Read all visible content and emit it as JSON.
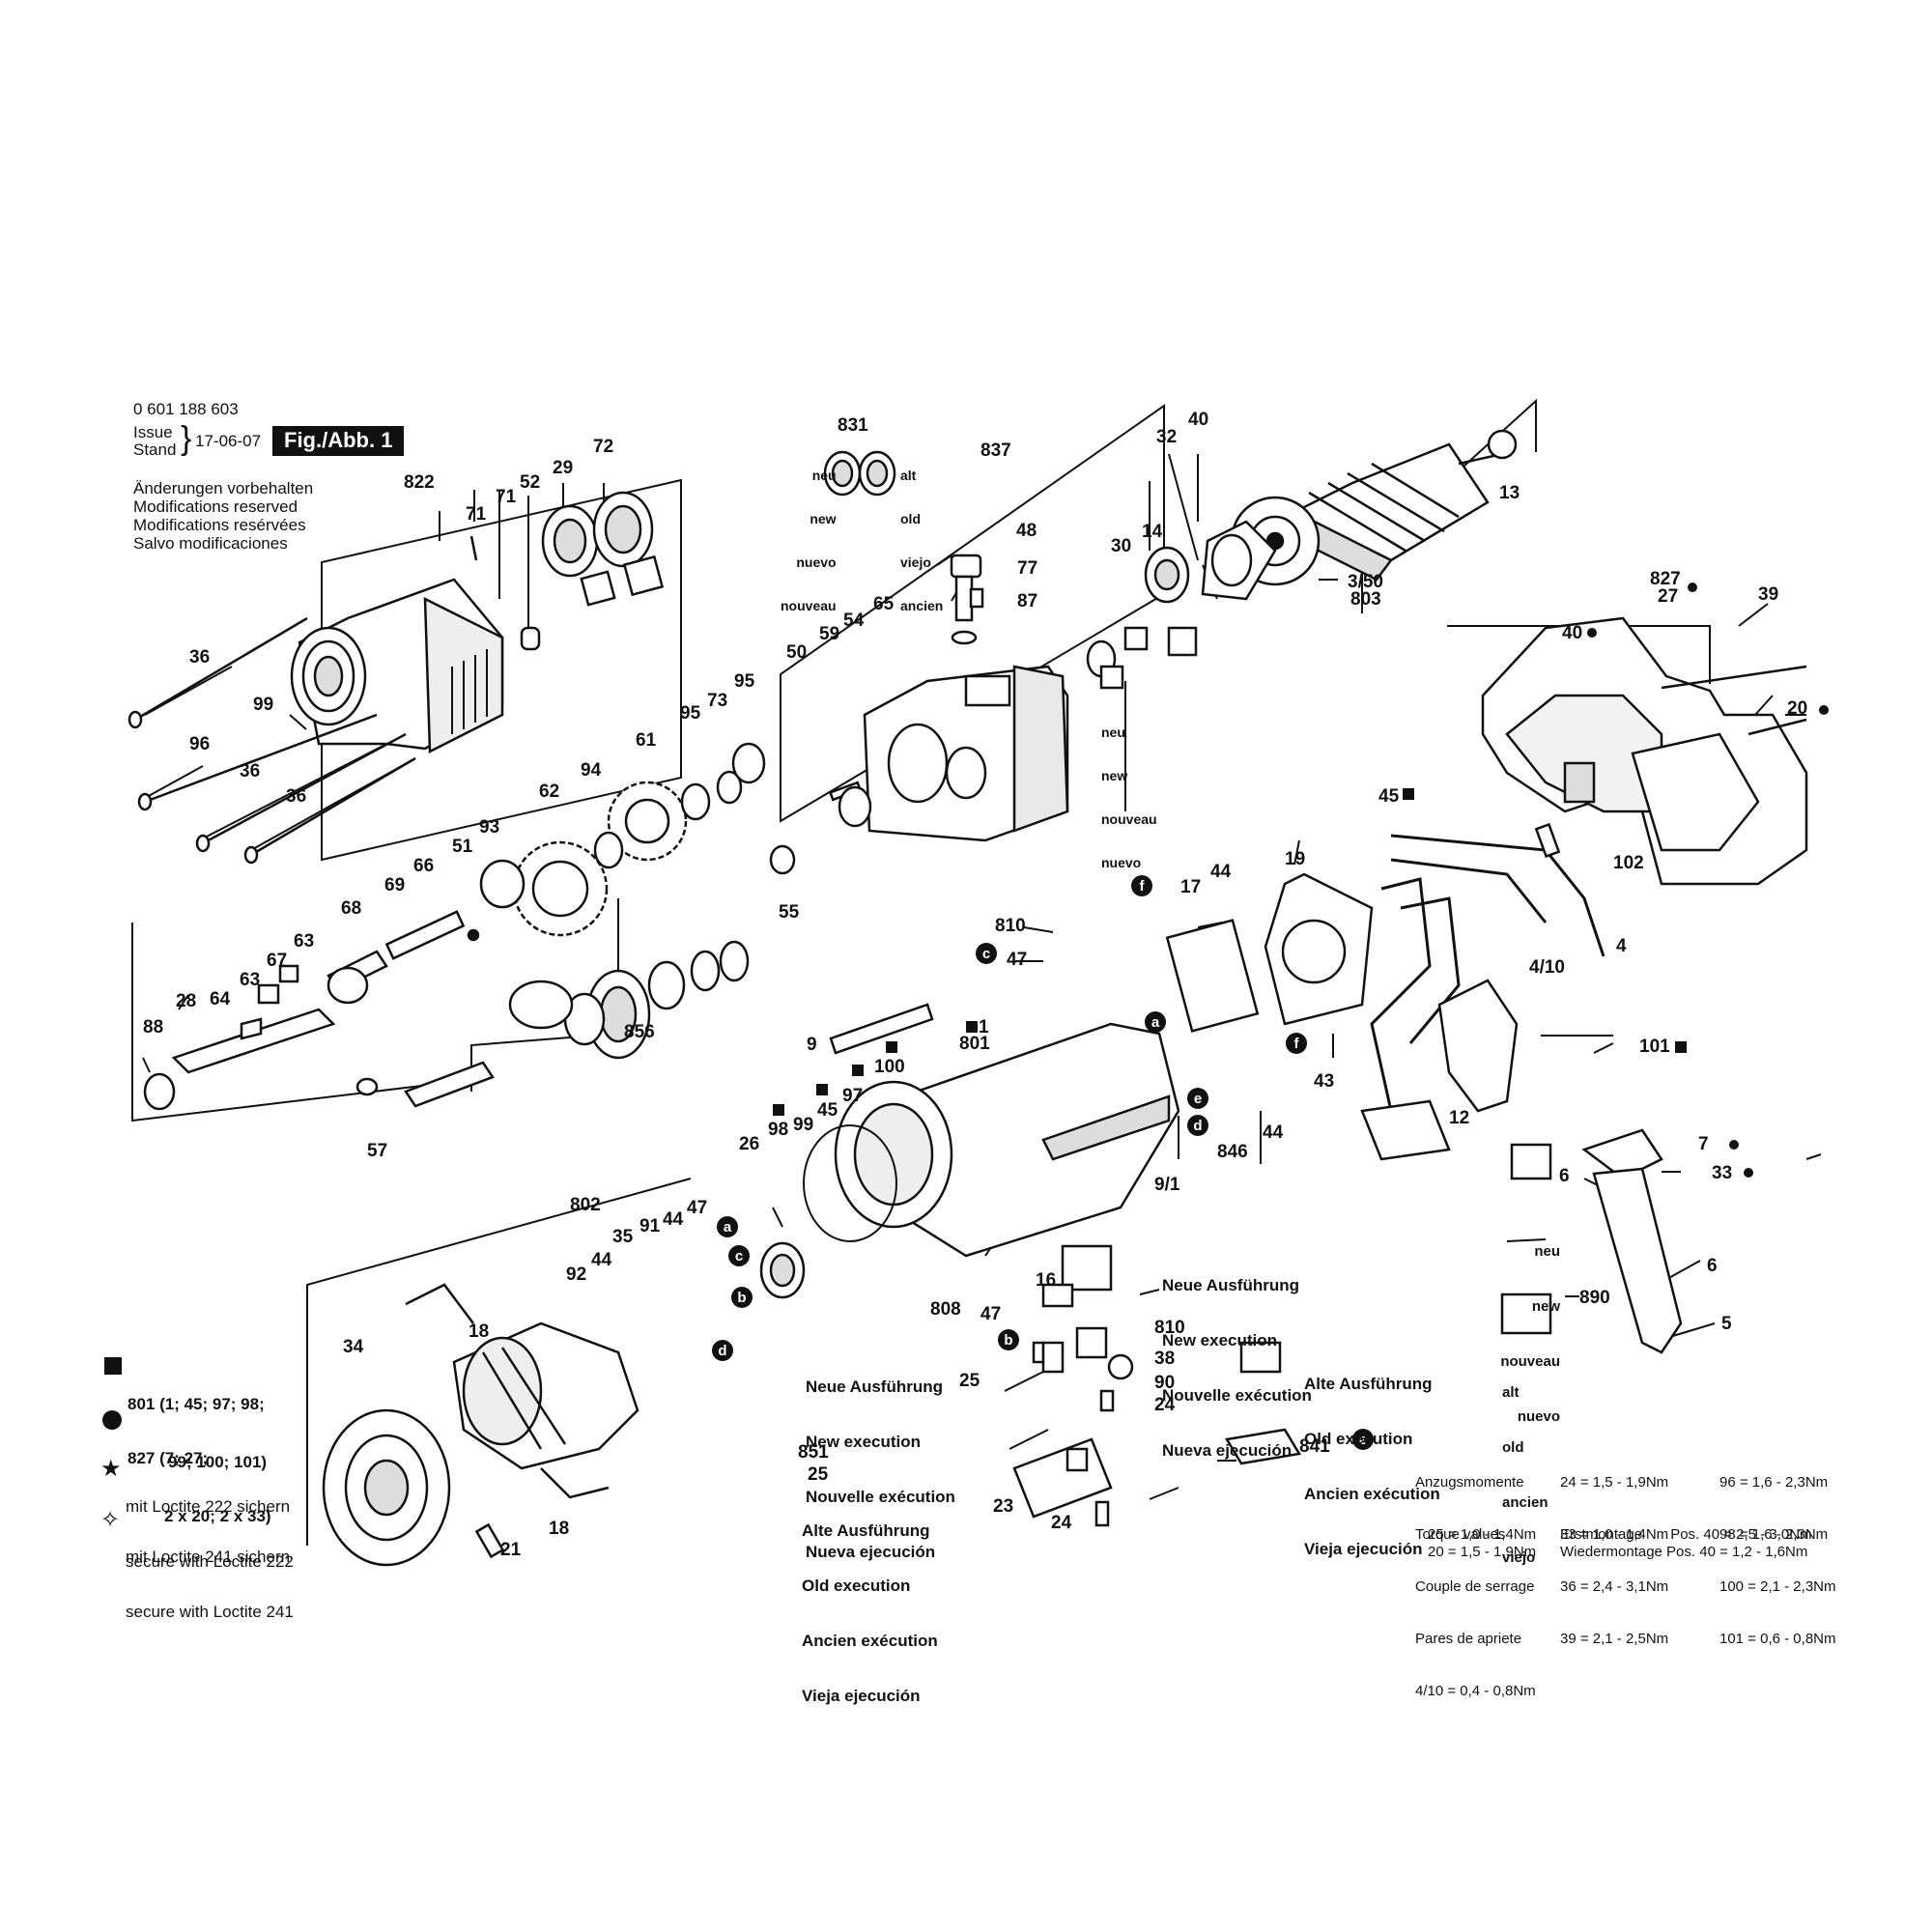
{
  "header": {
    "part_number": "0 601 188 603",
    "issue_label": "Issue",
    "stand_label": "Stand",
    "date": "17-06-07",
    "figure": "Fig./Abb. 1",
    "modifications": [
      "Änderungen vorbehalten",
      "Modifications reserved",
      "Modifications resérvées",
      "Salvo modificaciones"
    ]
  },
  "part_labels": [
    {
      "id": "p831",
      "text": "831"
    },
    {
      "id": "p837",
      "text": "837"
    },
    {
      "id": "p32",
      "text": "32"
    },
    {
      "id": "p40a",
      "text": "40"
    },
    {
      "id": "p822",
      "text": "822"
    },
    {
      "id": "p71a",
      "text": "71"
    },
    {
      "id": "p71b",
      "text": "71"
    },
    {
      "id": "p52",
      "text": "52"
    },
    {
      "id": "p29",
      "text": "29"
    },
    {
      "id": "p72",
      "text": "72"
    },
    {
      "id": "p13",
      "text": "13"
    },
    {
      "id": "p30",
      "text": "30"
    },
    {
      "id": "p14",
      "text": "14"
    },
    {
      "id": "p3_50",
      "text": "3/50"
    },
    {
      "id": "p803",
      "text": "803"
    },
    {
      "id": "p48",
      "text": "48"
    },
    {
      "id": "p77",
      "text": "77"
    },
    {
      "id": "p87",
      "text": "87"
    },
    {
      "id": "p827",
      "text": "827"
    },
    {
      "id": "p27",
      "text": "27"
    },
    {
      "id": "p39",
      "text": "39"
    },
    {
      "id": "p40b",
      "text": "40"
    },
    {
      "id": "p20",
      "text": "20"
    },
    {
      "id": "p36a",
      "text": "36"
    },
    {
      "id": "p99a",
      "text": "99"
    },
    {
      "id": "p96",
      "text": "96"
    },
    {
      "id": "p36b",
      "text": "36"
    },
    {
      "id": "p36c",
      "text": "36"
    },
    {
      "id": "p50",
      "text": "50"
    },
    {
      "id": "p59",
      "text": "59"
    },
    {
      "id": "p54",
      "text": "54"
    },
    {
      "id": "p65",
      "text": "65"
    },
    {
      "id": "p95a",
      "text": "95"
    },
    {
      "id": "p73",
      "text": "73"
    },
    {
      "id": "p95b",
      "text": "95"
    },
    {
      "id": "p61",
      "text": "61"
    },
    {
      "id": "p94",
      "text": "94"
    },
    {
      "id": "p62",
      "text": "62"
    },
    {
      "id": "p93",
      "text": "93"
    },
    {
      "id": "p51",
      "text": "51"
    },
    {
      "id": "p69",
      "text": "69"
    },
    {
      "id": "p66",
      "text": "66"
    },
    {
      "id": "p68",
      "text": "68"
    },
    {
      "id": "p55",
      "text": "55"
    },
    {
      "id": "p45a",
      "text": "45"
    },
    {
      "id": "p102",
      "text": "102"
    },
    {
      "id": "p19",
      "text": "19"
    },
    {
      "id": "p17",
      "text": "17"
    },
    {
      "id": "p44a",
      "text": "44"
    },
    {
      "id": "p810a",
      "text": "810"
    },
    {
      "id": "p47a",
      "text": "47"
    },
    {
      "id": "p4",
      "text": "4"
    },
    {
      "id": "p4_10",
      "text": "4/10"
    },
    {
      "id": "p63a",
      "text": "63"
    },
    {
      "id": "p67",
      "text": "67"
    },
    {
      "id": "p63b",
      "text": "63"
    },
    {
      "id": "p64",
      "text": "64"
    },
    {
      "id": "p88",
      "text": "88"
    },
    {
      "id": "p28",
      "text": "28"
    },
    {
      "id": "p856",
      "text": "856"
    },
    {
      "id": "p801",
      "text": "801"
    },
    {
      "id": "p1",
      "text": "1"
    },
    {
      "id": "p9",
      "text": "9"
    },
    {
      "id": "p101",
      "text": "101"
    },
    {
      "id": "p100",
      "text": "100"
    },
    {
      "id": "p97",
      "text": "97"
    },
    {
      "id": "p45b",
      "text": "45"
    },
    {
      "id": "p43",
      "text": "43"
    },
    {
      "id": "p99b",
      "text": "99"
    },
    {
      "id": "p98",
      "text": "98"
    },
    {
      "id": "p57",
      "text": "57"
    },
    {
      "id": "p26",
      "text": "26"
    },
    {
      "id": "p12",
      "text": "12"
    },
    {
      "id": "p846",
      "text": "846"
    },
    {
      "id": "p44b",
      "text": "44"
    },
    {
      "id": "p9_1",
      "text": "9/1"
    },
    {
      "id": "p7",
      "text": "7"
    },
    {
      "id": "p33",
      "text": "33"
    },
    {
      "id": "p6a",
      "text": "6"
    },
    {
      "id": "p802",
      "text": "802"
    },
    {
      "id": "p47b",
      "text": "47"
    },
    {
      "id": "p44c",
      "text": "44"
    },
    {
      "id": "p35",
      "text": "35"
    },
    {
      "id": "p91",
      "text": "91"
    },
    {
      "id": "p92",
      "text": "92"
    },
    {
      "id": "p44d",
      "text": "44"
    },
    {
      "id": "p6b",
      "text": "6"
    },
    {
      "id": "p890",
      "text": "890"
    },
    {
      "id": "p5",
      "text": "5"
    },
    {
      "id": "p34",
      "text": "34"
    },
    {
      "id": "p18a",
      "text": "18"
    },
    {
      "id": "p16",
      "text": "16"
    },
    {
      "id": "p808",
      "text": "808"
    },
    {
      "id": "p47c",
      "text": "47"
    },
    {
      "id": "p810b",
      "text": "810"
    },
    {
      "id": "p38",
      "text": "38"
    },
    {
      "id": "p25a",
      "text": "25"
    },
    {
      "id": "p90",
      "text": "90"
    },
    {
      "id": "p24a",
      "text": "24"
    },
    {
      "id": "p841",
      "text": "841"
    },
    {
      "id": "p851",
      "text": "851"
    },
    {
      "id": "p25b",
      "text": "25"
    },
    {
      "id": "p23",
      "text": "23"
    },
    {
      "id": "p24b",
      "text": "24"
    },
    {
      "id": "p21",
      "text": "21"
    },
    {
      "id": "p18b",
      "text": "18"
    }
  ],
  "connector_markers": [
    {
      "id": "m_f1",
      "text": "f"
    },
    {
      "id": "m_c1",
      "text": "c"
    },
    {
      "id": "m_a1",
      "text": "a"
    },
    {
      "id": "m_f2",
      "text": "f"
    },
    {
      "id": "m_e1",
      "text": "e"
    },
    {
      "id": "m_d1",
      "text": "d"
    },
    {
      "id": "m_a2",
      "text": "a"
    },
    {
      "id": "m_c2",
      "text": "c"
    },
    {
      "id": "m_b1",
      "text": "b"
    },
    {
      "id": "m_d2",
      "text": "d"
    },
    {
      "id": "m_b2",
      "text": "b"
    },
    {
      "id": "m_e2",
      "text": "e"
    }
  ],
  "version_notes": {
    "new_831": [
      "neu",
      "new",
      "nuevo",
      "nouveau"
    ],
    "old_831": [
      "alt",
      "old",
      "viejo",
      "ancien"
    ],
    "new_30": [
      "neu",
      "new",
      "nouveau",
      "nuevo"
    ],
    "new_6": [
      "neu",
      "new",
      "nouveau",
      "nuevo"
    ],
    "old_890": [
      "alt",
      "old",
      "ancien",
      "viejo"
    ],
    "new_execution": [
      "Neue Ausführung",
      "New execution",
      "Nouvelle exécution",
      "Nueva ejecución"
    ],
    "new_execution_2": [
      "Neue Ausführung",
      "New execution",
      "Nouvelle exécution",
      "Nueva ejecución"
    ],
    "old_execution": [
      "Alte Ausführung",
      "Old execution",
      "Ancien exécution",
      "Vieja ejecución"
    ],
    "old_execution_2": [
      "Alte Ausführung",
      "Old execution",
      "Ancien exécution",
      "Vieja ejecución"
    ]
  },
  "legend": {
    "square": [
      "801 (1; 45; 97; 98;",
      "99; 100; 101)"
    ],
    "circle": [
      "827 (7; 27;",
      "2 x 20; 2 x 33)"
    ],
    "loctite222": [
      "mit Loctite 222 sichern",
      "secure with Loctite 222"
    ],
    "loctite241": [
      "mit Loctite 241 sichern",
      "secure with Loctite 241"
    ]
  },
  "torque_table": {
    "header": [
      "Anzugsmomente",
      "Torque values",
      "Couple de serrage",
      "Pares de apriete"
    ],
    "col1": [
      "24 = 1,5 - 1,9Nm",
      "33 = 1,0 - 1,4Nm",
      "36 = 2,4 - 3,1Nm",
      "39 = 2,1 - 2,5Nm"
    ],
    "col2": [
      "96 = 1,6 - 2,3Nm",
      "98 = 1,6 - 2,3Nm",
      "100 = 2,1 - 2,3Nm",
      "101 = 0,6 - 0,8Nm"
    ],
    "row5": "4/10 = 0,4 - 0,8Nm",
    "row6a": "25 = 1,0 - 1,4Nm",
    "row6b": "Erstmontage       Pos. 40 = 2,5 - 3,0Nm",
    "row7a": "20 = 1,5 - 1,9Nm",
    "row7b": "Wiedermontage Pos. 40 = 1,2 - 1,6Nm"
  },
  "colors": {
    "ink": "#111111",
    "paper": "#ffffff",
    "shade": "#cccccc"
  }
}
